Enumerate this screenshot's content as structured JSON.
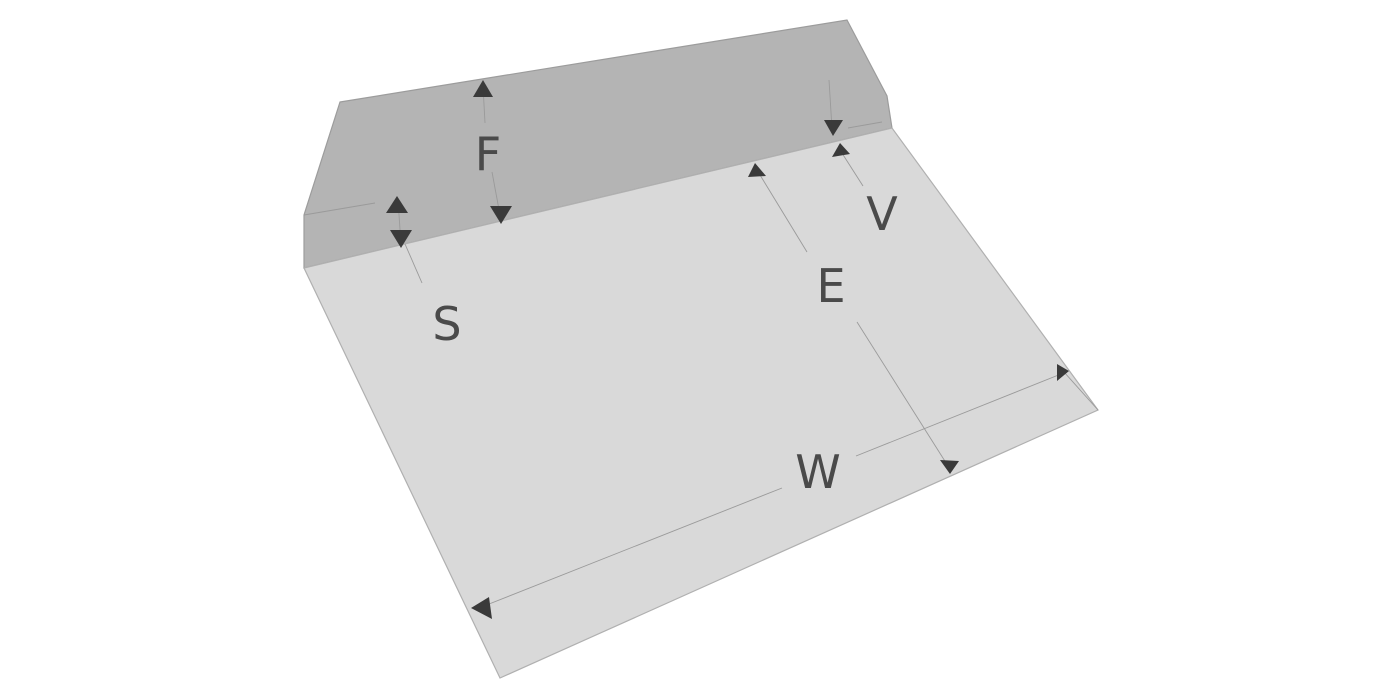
{
  "diagram": {
    "labels": {
      "F": "F",
      "S": "S",
      "E": "E",
      "V": "V",
      "W": "W"
    },
    "colors": {
      "background": "#ffffff",
      "flap": "#b4b4b4",
      "flap_edge": "#9c9c9c",
      "panel": "#d9d9d9",
      "panel_edge": "#b0b0b0",
      "arrow": "#3a3a3a",
      "dimension_line": "#9a9a9a",
      "text": "#4a4a4a"
    }
  }
}
